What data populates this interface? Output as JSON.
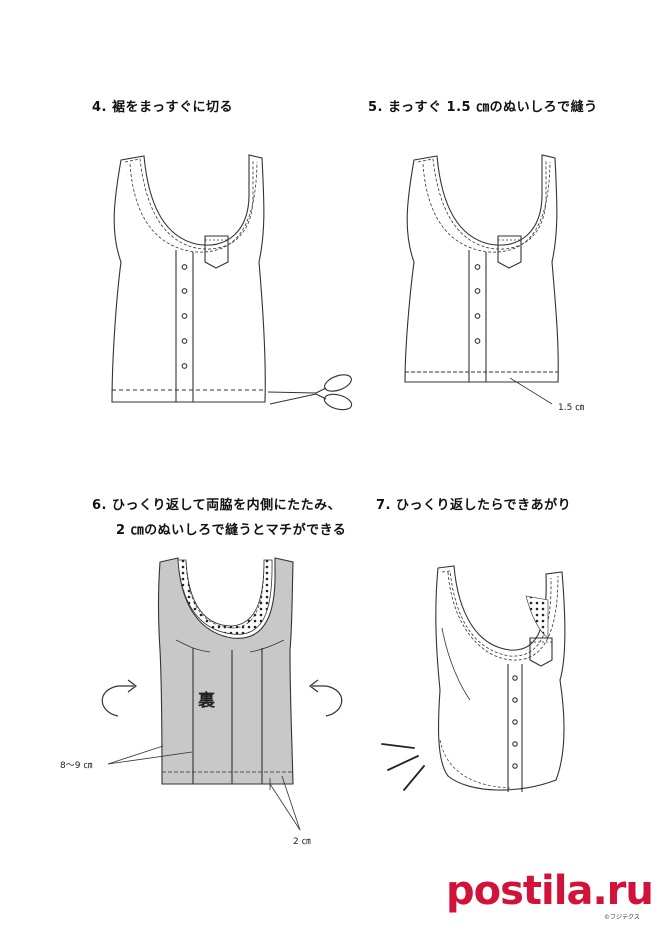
{
  "steps": [
    {
      "num": "4.",
      "text": "裾をまっすぐに切る"
    },
    {
      "num": "5.",
      "text": "まっすぐ 1.5 ㎝のぬいしろで縫う"
    },
    {
      "num": "6.",
      "text": "ひっくり返して両脇を内側にたたみ、",
      "text2": "2 ㎝のぬいしろで縫うとマチができる"
    },
    {
      "num": "7.",
      "text": "ひっくり返したらできあがり"
    }
  ],
  "labels": {
    "seam_allowance_5": "1.5 ㎝",
    "fold_width": "8～9 ㎝",
    "seam_allowance_6": "2 ㎝",
    "inside_mark": "裏"
  },
  "watermark": {
    "text": "postila",
    "dot": ".",
    "tld": "ru",
    "copyright": "©フジテクス"
  },
  "colors": {
    "line": "#333333",
    "inside_fill": "#c8c8c8",
    "watermark": "#d1133a"
  }
}
